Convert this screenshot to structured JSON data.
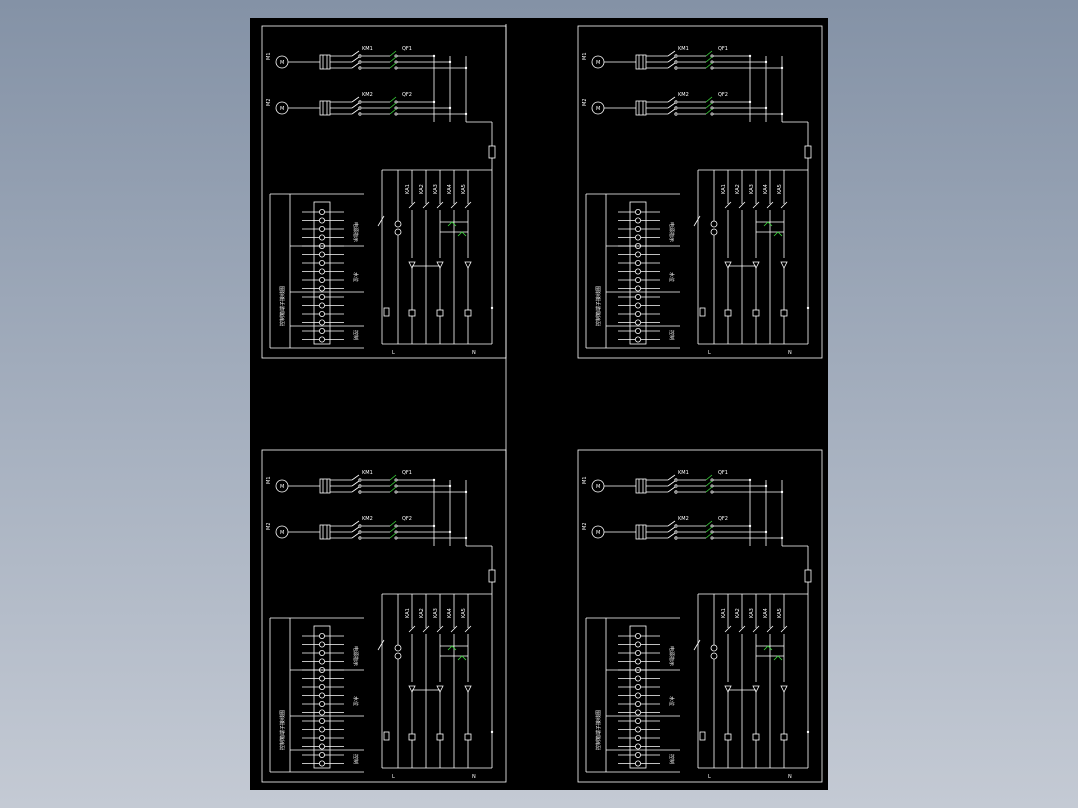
{
  "viewer": {
    "background_top": "#8492a6",
    "background_bottom": "#c4cad4",
    "sheet_color": "#000000"
  },
  "drawing": {
    "line_color": "#ffffff",
    "accent_color": "#3cdc3c",
    "panel_count": 4,
    "legend_labels": [
      "电源指示",
      "水位",
      "控制"
    ],
    "motor_labels": [
      "M1",
      "M2"
    ]
  }
}
